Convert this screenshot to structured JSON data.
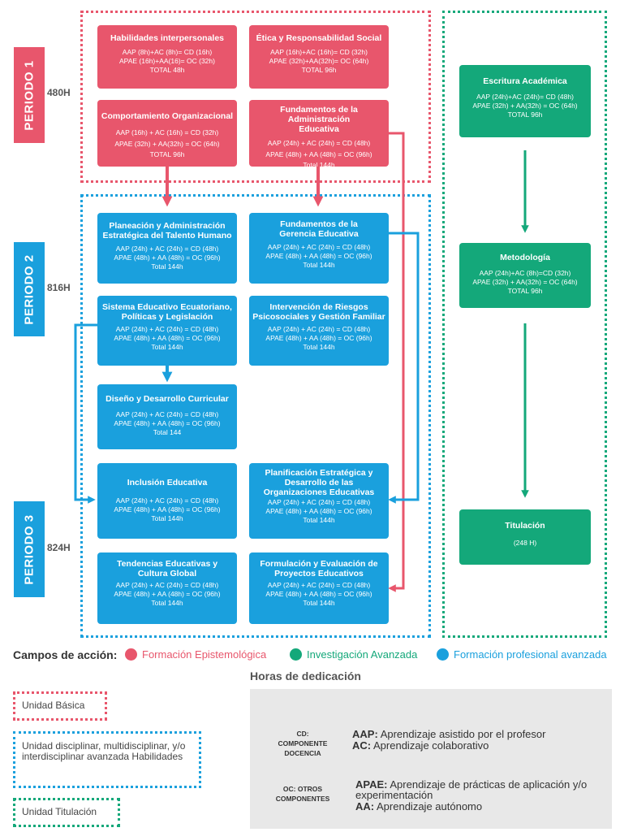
{
  "colors": {
    "pink": "#e8566c",
    "blue": "#1aa0dd",
    "green": "#14a87a"
  },
  "periods": [
    {
      "label": "PERIODO 1",
      "hours": "480H"
    },
    {
      "label": "PERIODO 2",
      "hours": "816H"
    },
    {
      "label": "PERIODO 3",
      "hours": "824H"
    }
  ],
  "boxes": {
    "habilidades": {
      "title": "Habilidades interpersonales",
      "lines": [
        "AAP (8h)+AC (8h)= CD (16h)",
        "APAE (16h)+AA(16)= OC (32h)",
        "TOTAL 48h"
      ]
    },
    "etica": {
      "title": "Ética y Responsabilidad Social",
      "lines": [
        "AAP (16h)+AC (16h)= CD (32h)",
        "APAE (32h)+AA(32h)= OC (64h)",
        "TOTAL 96h"
      ]
    },
    "comportamiento": {
      "title": "Comportamiento Organizacional",
      "lines": [
        "AAP (16h) + AC (16h) = CD (32h)",
        "APAE (32h) + AA(32h) = OC (64h)",
        "TOTAL 96h"
      ]
    },
    "fundamentos_admin": {
      "title": "Fundamentos de la Administración Educativa",
      "lines": [
        "AAP (24h) + AC (24h) = CD (48h)",
        "APAE (48h) + AA (48h) = OC (96h)",
        "Total 144h"
      ]
    },
    "escritura": {
      "title": "Escritura Académica",
      "lines": [
        "AAP (24h)+AC (24h)= CD (48h)",
        "APAE (32h) + AA(32h) = OC (64h)",
        "TOTAL 96h"
      ]
    },
    "planeacion": {
      "title": "Planeación y Administración Estratégica del Talento Humano",
      "lines": [
        "AAP (24h) + AC (24h) = CD (48h)",
        "APAE (48h) + AA (48h) = OC (96h)",
        "Total 144h"
      ]
    },
    "gerencia": {
      "title": "Fundamentos de la Gerencia Educativa",
      "lines": [
        "AAP (24h) + AC (24h) = CD (48h)",
        "APAE (48h) + AA (48h) = OC (96h)",
        "Total 144h"
      ]
    },
    "sistema": {
      "title": "Sistema Educativo Ecuatoriano, Políticas y Legislación",
      "lines": [
        "AAP (24h) + AC (24h) = CD (48h)",
        "APAE (48h) + AA (48h) = OC (96h)",
        "Total 144h"
      ]
    },
    "riesgos": {
      "title": "Intervención de Riesgos Psicosociales y Gestión Familiar",
      "lines": [
        "AAP (24h) + AC (24h) = CD (48h)",
        "APAE (48h) + AA (48h) = OC (96h)",
        "Total 144h"
      ]
    },
    "diseno": {
      "title": "Diseño y Desarrollo Curricular",
      "lines": [
        "AAP (24h) + AC (24h) = CD (48h)",
        "APAE (48h) + AA (48h) = OC (96h)",
        "Total 144"
      ]
    },
    "metodologia": {
      "title": "Metodología",
      "lines": [
        "AAP (24h)+AC (8h)=CD (32h)",
        "APAE (32h) + AA(32h) = OC (64h)",
        "TOTAL 96h"
      ]
    },
    "inclusion": {
      "title": "Inclusión Educativa",
      "lines": [
        "AAP (24h) + AC (24h) = CD (48h)",
        "APAE (48h) + AA (48h) = OC (96h)",
        "Total 144h"
      ]
    },
    "planificacion": {
      "title": "Planificación Estratégica y Desarrollo de las Organizaciones Educativas",
      "lines": [
        "AAP (24h) + AC (24h) = CD (48h)",
        "APAE (48h) + AA (48h) = OC (96h)",
        "Total 144h"
      ]
    },
    "titulacion": {
      "title": "Titulación",
      "lines": [
        "(248 H)"
      ]
    },
    "tendencias": {
      "title": "Tendencias Educativas y Cultura Global",
      "lines": [
        "AAP (24h) + AC (24h) = CD (48h)",
        "APAE (48h) + AA (48h) = OC (96h)",
        "Total 144h"
      ]
    },
    "formulacion": {
      "title": "Formulación y Evaluación de Proyectos Educativos",
      "lines": [
        "AAP (24h) + AC (24h) = CD (48h)",
        "APAE (48h) + AA (48h) = OC (96h)",
        "Total 144h"
      ]
    }
  },
  "legend": {
    "title": "Campos de acción:",
    "items": [
      "Formación  Epistemológica",
      "Investigación Avanzada",
      "Formación profesional  avanzada"
    ]
  },
  "units": {
    "basica": "Unidad Básica",
    "disciplinar": "Unidad disciplinar,  multidisciplinar, y/o  interdisciplinar  avanzada Habilidades",
    "titulacion": "Unidad Titulación"
  },
  "horas": {
    "title": "Horas de dedicación",
    "cd_label": "CD: COMPONENTE DOCENCIA",
    "oc_label": "OC: OTROS COMPONENTES",
    "aap_key": "AAP:",
    "aap_text": "Aprendizaje asistido por el profesor",
    "ac_key": "AC:",
    "ac_text": "Aprendizaje colaborativo",
    "apae_key": "APAE:",
    "apae_text": "Aprendizaje de prácticas de aplicación y/o experimentación",
    "aa_key": "AA:",
    "aa_text": "Aprendizaje autónomo"
  }
}
